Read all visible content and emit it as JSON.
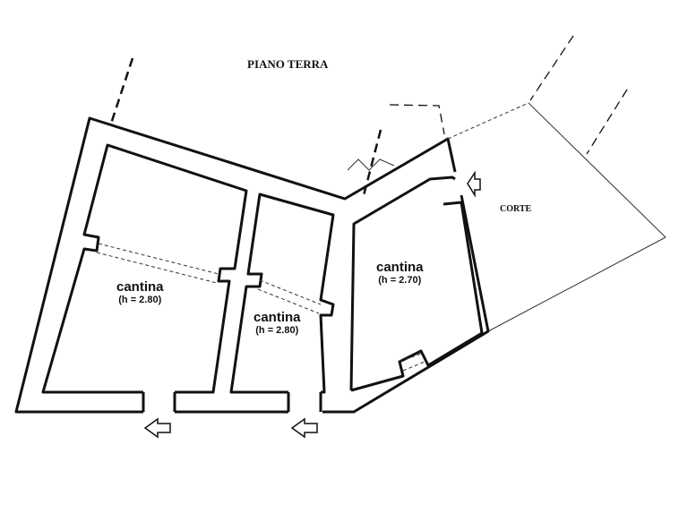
{
  "title": "PIANO TERRA",
  "court_label": "CORTE",
  "rooms": [
    {
      "name": "cantina",
      "height": "(h = 2.80)"
    },
    {
      "name": "cantina",
      "height": "(h = 2.80)"
    },
    {
      "name": "cantina",
      "height": "(h = 2.70)"
    }
  ],
  "colors": {
    "wall": "#111111",
    "background": "#ffffff"
  }
}
